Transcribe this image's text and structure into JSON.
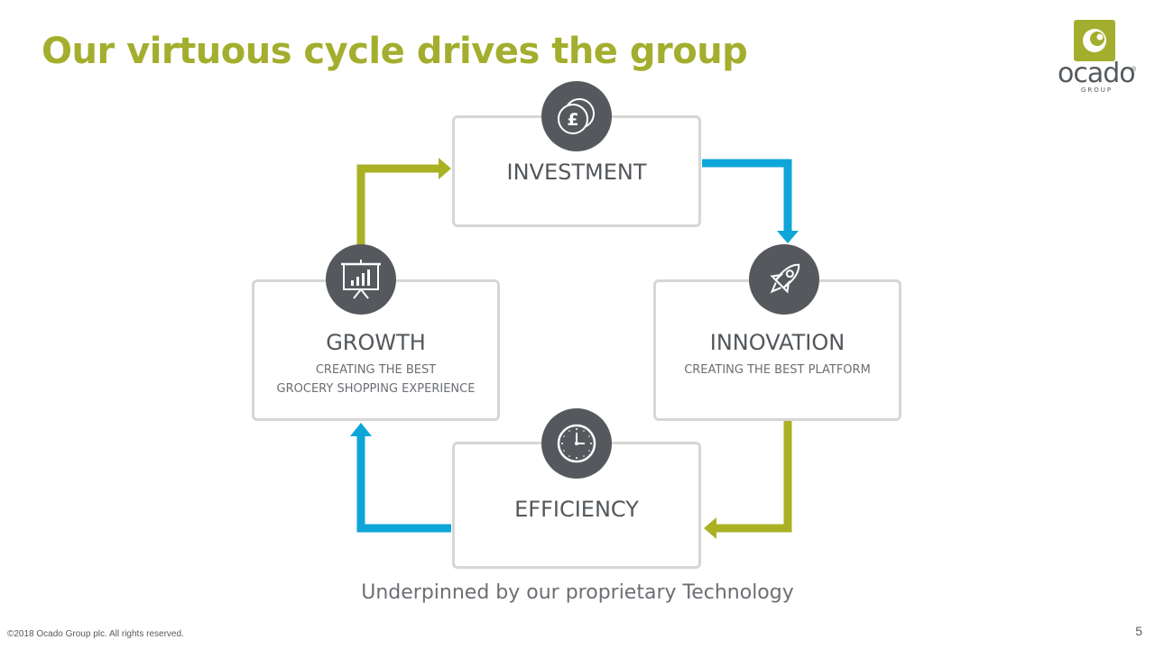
{
  "slide": {
    "title": "Our virtuous cycle drives the group",
    "subtitle": "Underpinned by our proprietary Technology",
    "footer": "©2018 Ocado Group plc. All rights reserved.",
    "page_number": "5"
  },
  "logo": {
    "wordmark": "ocado",
    "reg_mark": "®",
    "group_label": "GROUP"
  },
  "cycle": {
    "investment": {
      "title": "INVESTMENT",
      "icon": "pound-coins-icon"
    },
    "growth": {
      "title": "GROWTH",
      "subtitle_line1": "CREATING THE BEST",
      "subtitle_line2": "GROCERY SHOPPING EXPERIENCE",
      "icon": "presentation-chart-icon"
    },
    "innovation": {
      "title": "INNOVATION",
      "subtitle_line1": "CREATING THE BEST PLATFORM",
      "icon": "rocket-icon"
    },
    "efficiency": {
      "title": "EFFICIENCY",
      "icon": "clock-icon"
    }
  },
  "colors": {
    "accent_green": "#a3ae2e",
    "arrow_green": "#aab224",
    "arrow_blue": "#0ea5d9",
    "icon_circle": "#55595d",
    "text_dark": "#53575b"
  }
}
